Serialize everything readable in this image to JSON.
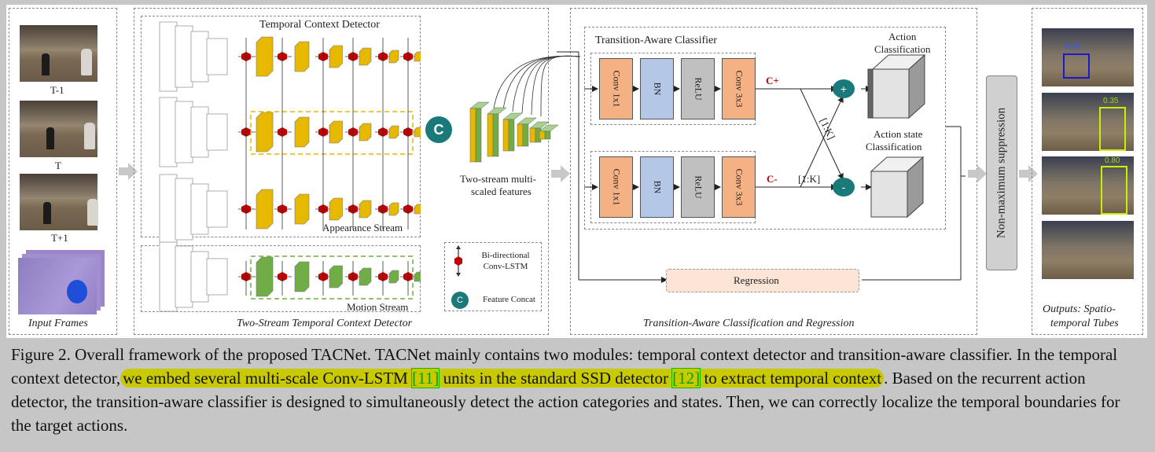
{
  "figure": {
    "input_frames": {
      "labels": [
        "T-1",
        "T",
        "T+1"
      ],
      "title": "Input Frames"
    },
    "temporal_context_detector": {
      "title": "Temporal Context Detector",
      "appearance_stream": "Appearance Stream",
      "motion_stream": "Motion Stream",
      "panel_title": "Two-Stream Temporal Context Detector"
    },
    "legend": {
      "lstm": "Bi-directional Conv-LSTM",
      "concat_symbol": "C",
      "concat": "Feature Concat"
    },
    "features": {
      "label_line1": "Two-stream multi-",
      "label_line2": "scaled features"
    },
    "classifier": {
      "title": "Transition-Aware Classifier",
      "upper_blocks": [
        "Conv 1x1",
        "BN",
        "ReLU",
        "Conv 3x3"
      ],
      "lower_blocks": [
        "Conv 1x1",
        "BN",
        "ReLU",
        "Conv 3x3"
      ],
      "c_plus": "C+",
      "c_minus": "C-",
      "cross_label1": "[1:K]",
      "cross_label2": "[1:K]",
      "plus_symbol": "+",
      "minus_symbol": "-",
      "action_classification_line1": "Action",
      "action_classification_line2": "Classification",
      "action_state_line1": "Action state",
      "action_state_line2": "Classification",
      "regression": "Regression",
      "panel_title": "Transition-Aware Classification and Regression"
    },
    "nms": "Non-maximum suppression",
    "outputs": {
      "scores": [
        "0.06",
        "0.35",
        "0.80"
      ],
      "title_line1": "Outputs: Spatio-",
      "title_line2": "temporal Tubes"
    },
    "colors": {
      "conv": "#f4b183",
      "bn": "#b4c7e7",
      "relu": "#c0c0c0",
      "lstm": "#c00000",
      "yellow_feature": "#e6b800",
      "green_feature": "#70ad47",
      "concat": "#1a7a7a",
      "highlight": "#c9c900"
    }
  },
  "caption": {
    "prefix": "Figure 2. Overall framework of the proposed TACNet. TACNet mainly contains two modules: temporal context detector and transition-aware classifier. In the temporal context detector,",
    "highlight_a": "we embed several multi-scale Conv-LSTM ",
    "cite1": "[11]",
    "highlight_b": " units in the standard SSD detector ",
    "cite2": "[12]",
    "highlight_c": " to extract temporal context",
    "suffix": ". Based on the recurrent action detector, the transition-aware classifier is designed to simultaneously detect the action categories and states. Then, we can correctly localize the temporal boundaries for the target actions."
  }
}
